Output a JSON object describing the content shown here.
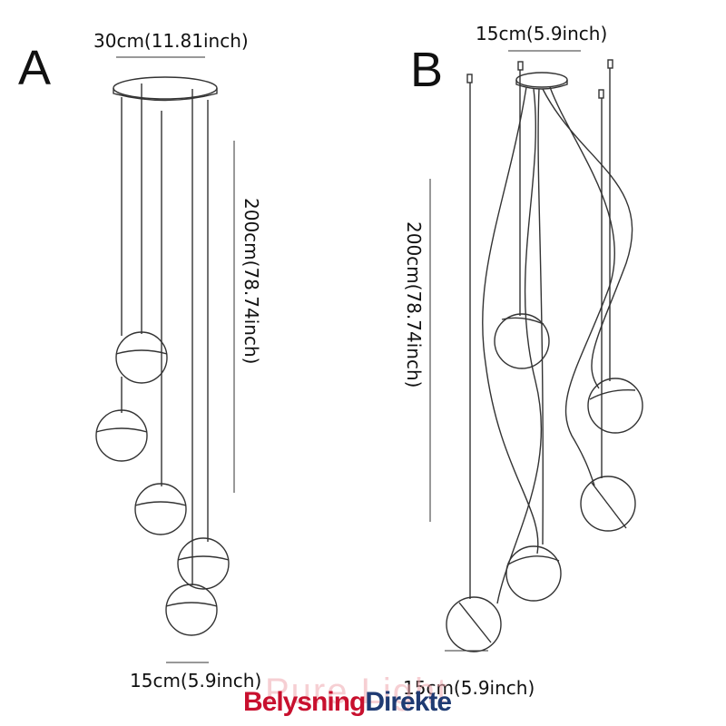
{
  "diagram": {
    "variant_a": {
      "label": "A",
      "top_dimension": "30cm(11.81inch)",
      "height_dimension": "200cm(78.74inch)",
      "bottom_dimension": "15cm(5.9inch)"
    },
    "variant_b": {
      "label": "B",
      "top_dimension": "15cm(5.9inch)",
      "height_dimension": "200cm(78.74inch)",
      "bottom_dimension": "15cm(5.9inch)"
    }
  },
  "watermark": {
    "ghost_text": "Pure Light",
    "brand_part1": "Belysning",
    "brand_part2": "Direkte",
    "color_part1": "#c8102e",
    "color_part2": "#1f3b73"
  },
  "line_color": "#333333"
}
